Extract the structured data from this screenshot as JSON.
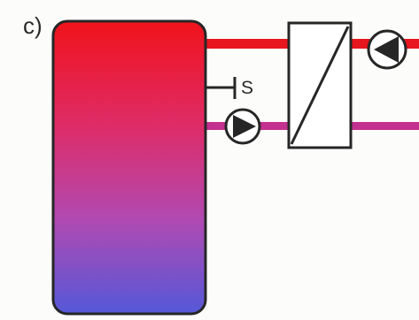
{
  "diagram": {
    "panel_label": "c)",
    "sensor_label": "S",
    "colors": {
      "hot": "#e8161e",
      "cold_return": "#c2318f",
      "tank_top": "#f0131b",
      "tank_mid": "#df2b66",
      "tank_lower": "#b04ab2",
      "tank_bottom": "#5558d8",
      "outline": "#262626"
    },
    "components": [
      "storage-tank",
      "heat-exchanger",
      "pump-primary",
      "pump-secondary",
      "temperature-sensor"
    ]
  }
}
